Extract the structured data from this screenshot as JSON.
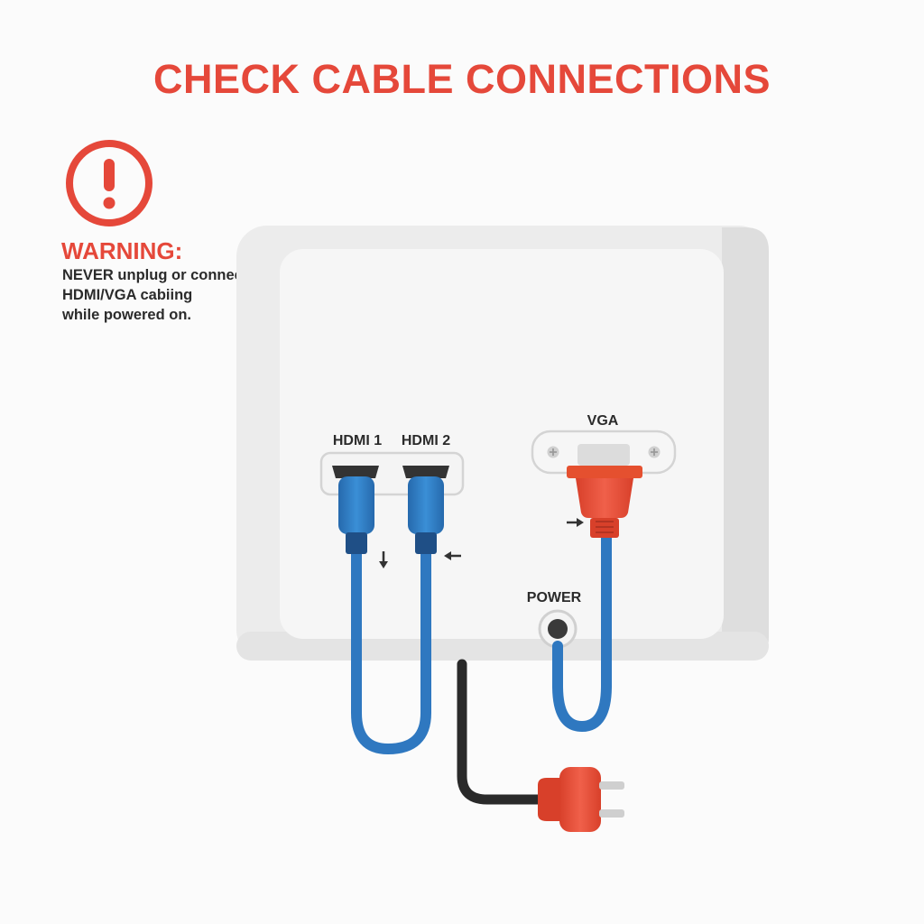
{
  "title": "CHECK CABLE CONNECTIONS",
  "warning": {
    "icon": "exclamation-circle-icon",
    "heading": "WARNING:",
    "lines": [
      "NEVER unplug or connect",
      "HDMI/VGA cabiing",
      "while powered on."
    ]
  },
  "ports": {
    "hdmi1": "HDMI 1",
    "hdmi2": "HDMI 2",
    "vga": "VGA",
    "power": "POWER"
  },
  "colors": {
    "accent_red": "#e5483a",
    "cable_blue": "#2f78c0",
    "connector_blue": "#2f82cc",
    "power_cord": "#2a2a2a",
    "plug_red": "#e5502f",
    "panel": "#f2f2f2"
  },
  "icons": {
    "hdmi_cable": "hdmi-cable-icon",
    "vga_cable": "vga-cable-icon",
    "power_plug": "power-plug-icon",
    "arrow": "arrow-icon"
  }
}
